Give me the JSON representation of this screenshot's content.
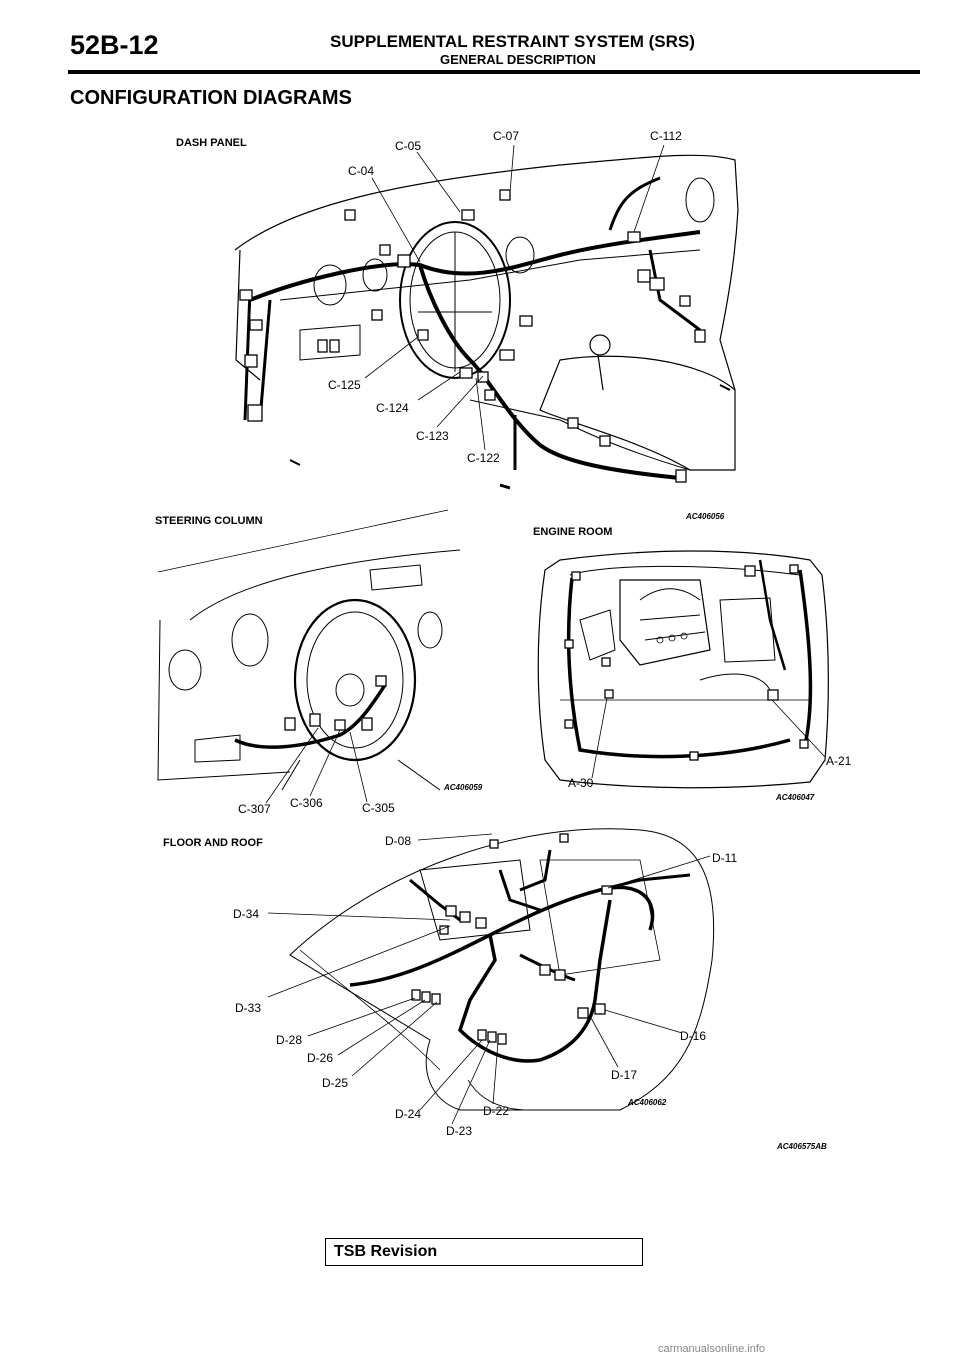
{
  "header": {
    "page_code": "52B-12",
    "title": "SUPPLEMENTAL RESTRAINT SYSTEM (SRS)",
    "subtitle": "GENERAL DESCRIPTION"
  },
  "section_title": "CONFIGURATION DIAGRAMS",
  "dash_panel": {
    "caption": "DASH PANEL",
    "code": "AC406056",
    "labels": [
      "C-05",
      "C-07",
      "C-112",
      "C-04",
      "C-125",
      "C-124",
      "C-123",
      "C-122"
    ]
  },
  "steering_column": {
    "caption": "STEERING COLUMN",
    "code": "AC406059",
    "labels": [
      "C-307",
      "C-306",
      "C-305"
    ]
  },
  "engine_room": {
    "caption": "ENGINE ROOM",
    "code": "AC406047",
    "labels": [
      "A-21",
      "A-30"
    ]
  },
  "floor_and_roof": {
    "caption": "FLOOR AND ROOF",
    "code": "AC406062",
    "labels": [
      "D-08",
      "D-11",
      "D-34",
      "D-33",
      "D-28",
      "D-26",
      "D-25",
      "D-24",
      "D-23",
      "D-22",
      "D-17",
      "D-16"
    ]
  },
  "figure_code": "AC406575AB",
  "footer": {
    "tsb_revision": "TSB Revision",
    "watermark": "carmanualsonline.info"
  }
}
